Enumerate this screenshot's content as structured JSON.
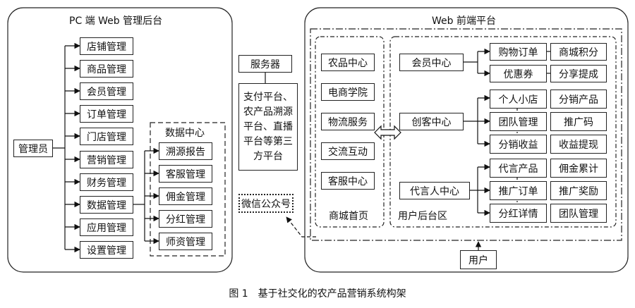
{
  "pc_panel": {
    "title": "PC 端 Web 管理后台",
    "admin": "管理员",
    "items": [
      "店铺管理",
      "商品管理",
      "会员管理",
      "订单管理",
      "门店管理",
      "营销管理",
      "财务管理",
      "数据管理",
      "应用管理",
      "设置管理"
    ],
    "data_center": {
      "title": "数据中心",
      "items": [
        "溯源报告",
        "客服管理",
        "佣金管理",
        "分红管理",
        "师资管理"
      ]
    }
  },
  "middle": {
    "server": "服务器",
    "third_party": "支付平台、农产品溯源平台、直播平台等第三方平台",
    "wechat": "微信公众号"
  },
  "web_panel": {
    "title": "Web 前端平台",
    "mall_home": {
      "label": "商城首页",
      "items": [
        "农品中心",
        "电商学院",
        "物流服务",
        "交流互动",
        "客服中心"
      ]
    },
    "user_backend": {
      "label": "用户后台区",
      "member": {
        "title": "会员中心",
        "items": [
          "购物订单",
          "商城积分",
          "优惠券",
          "分享提成"
        ]
      },
      "creator": {
        "title": "创客中心",
        "items": [
          "个人小店",
          "分销产品",
          "团队管理",
          "推广码",
          "分销收益",
          "收益提现"
        ]
      },
      "spokesperson": {
        "title": "代言人中心",
        "items": [
          "代言产品",
          "佣金累计",
          "推广订单",
          "推广奖励",
          "分红详情",
          "团队管理"
        ]
      }
    },
    "user": "用户"
  },
  "caption": "图 1　基于社交化的农产品营销系统构架"
}
